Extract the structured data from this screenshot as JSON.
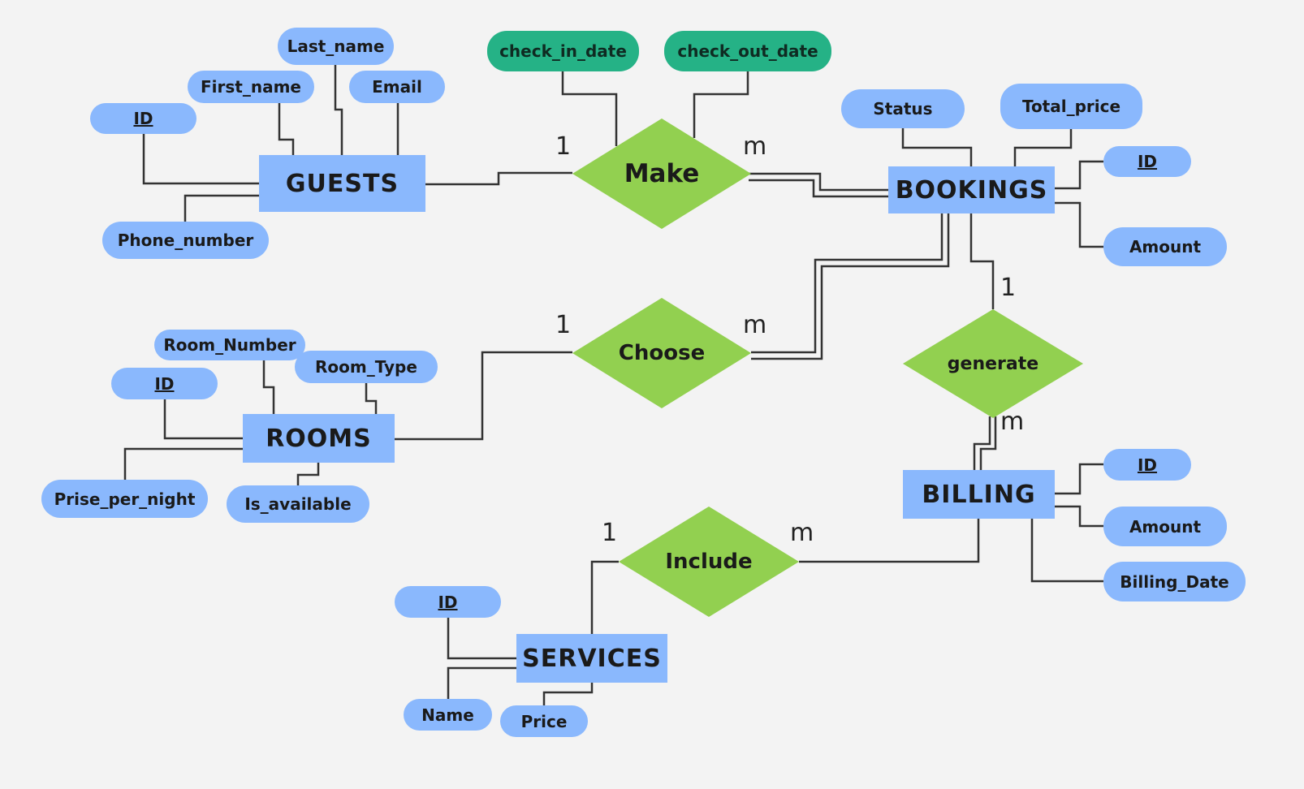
{
  "colors": {
    "entity": "#8ab8fd",
    "attribute": "#8ab8fd",
    "relationship_attribute": "#25b286",
    "relationship": "#92d050",
    "line": "#333333",
    "background": "#f3f3f3"
  },
  "entities": {
    "guests": "GUESTS",
    "bookings": "BOOKINGS",
    "rooms": "ROOMS",
    "billing": "BILLING",
    "services": "SERVICES"
  },
  "relationships": {
    "make": "Make",
    "choose": "Choose",
    "generate": "generate",
    "include": "Include"
  },
  "attributes": {
    "guests": {
      "id": "ID",
      "first_name": "First_name",
      "last_name": "Last_name",
      "email": "Email",
      "phone_number": "Phone_number"
    },
    "make": {
      "check_in_date": "check_in_date",
      "check_out_date": "check_out_date"
    },
    "bookings": {
      "status": "Status",
      "total_price": "Total_price",
      "id": "ID",
      "amount": "Amount"
    },
    "rooms": {
      "room_number": "Room_Number",
      "room_type": "Room_Type",
      "id": "ID",
      "price_per_night": "Prise_per_night",
      "is_available": "Is_available"
    },
    "billing": {
      "id": "ID",
      "amount": "Amount",
      "billing_date": "Billing_Date"
    },
    "services": {
      "id": "ID",
      "name": "Name",
      "price": "Price"
    }
  },
  "cardinalities": {
    "guests_make": "1",
    "make_bookings": "m",
    "rooms_choose": "1",
    "choose_bookings": "m",
    "bookings_generate": "1",
    "generate_billing": "m",
    "services_include": "1",
    "include_billing": "m"
  }
}
